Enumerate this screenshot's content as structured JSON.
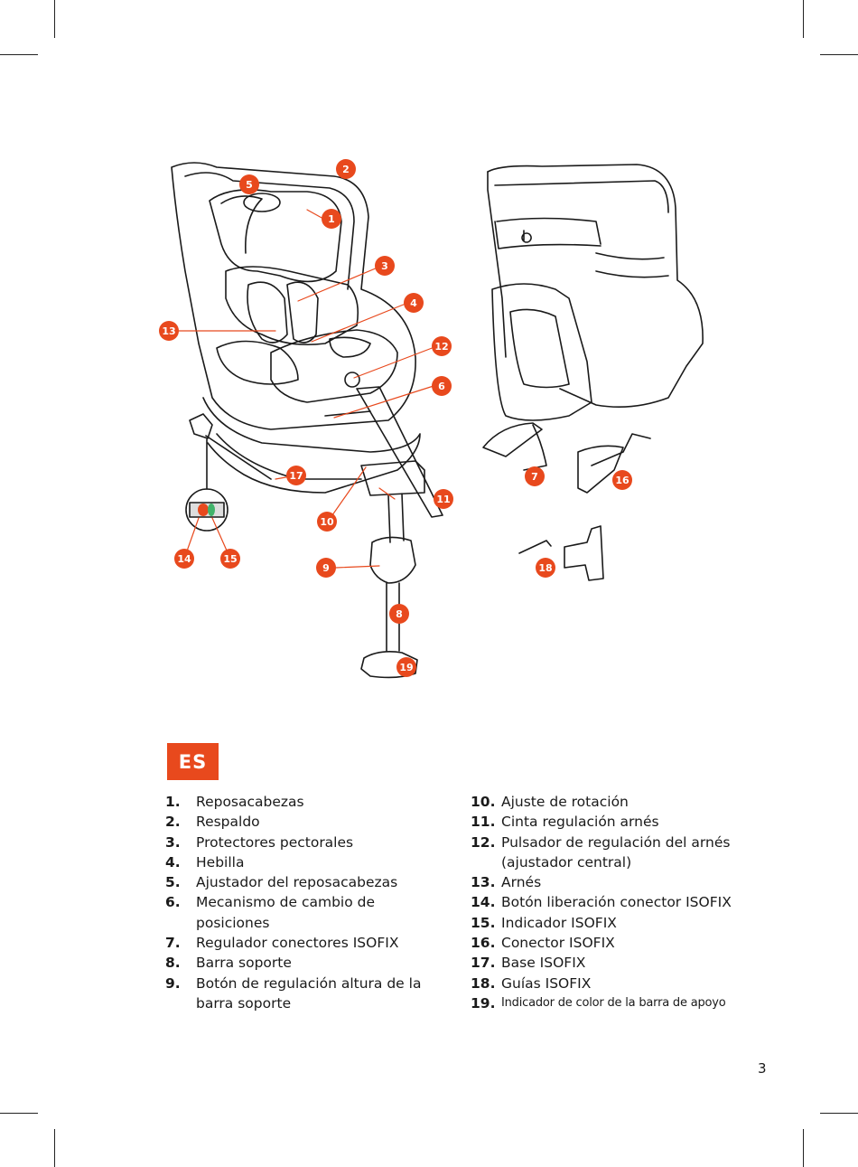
{
  "language_tag": "ES",
  "page_number": "3",
  "colors": {
    "accent": "#e8491d",
    "line": "#1a1a1a"
  },
  "callouts": [
    "1",
    "2",
    "3",
    "4",
    "5",
    "6",
    "7",
    "8",
    "9",
    "10",
    "11",
    "12",
    "13",
    "14",
    "15",
    "16",
    "17",
    "18",
    "19"
  ],
  "legend_left": [
    {
      "num": "1.",
      "text": "Reposacabezas"
    },
    {
      "num": "2.",
      "text": "Respaldo"
    },
    {
      "num": "3.",
      "text": "Protectores pectorales"
    },
    {
      "num": "4.",
      "text": "Hebilla"
    },
    {
      "num": "5.",
      "text": "Ajustador del reposacabezas"
    },
    {
      "num": "6.",
      "text": "Mecanismo de cambio de posiciones"
    },
    {
      "num": "7.",
      "text": "Regulador conectores ISOFIX"
    },
    {
      "num": "8.",
      "text": "Barra soporte"
    },
    {
      "num": "9.",
      "text": "Botón de regulación altura de la barra soporte"
    }
  ],
  "legend_right": [
    {
      "num": "10.",
      "text": "Ajuste de rotación"
    },
    {
      "num": "11.",
      "text": "Cinta regulación arnés"
    },
    {
      "num": "12.",
      "text": "Pulsador de regulación del arnés (ajustador central)"
    },
    {
      "num": "13.",
      "text": "Arnés"
    },
    {
      "num": "14.",
      "text": "Botón liberación conector ISOFIX"
    },
    {
      "num": "15.",
      "text": "Indicador ISOFIX"
    },
    {
      "num": "16.",
      "text": "Conector ISOFIX"
    },
    {
      "num": "17.",
      "text": "Base ISOFIX"
    },
    {
      "num": "18.",
      "text": "Guías ISOFIX"
    },
    {
      "num": "19.",
      "text": "Indicador de color de la barra de apoyo"
    }
  ]
}
